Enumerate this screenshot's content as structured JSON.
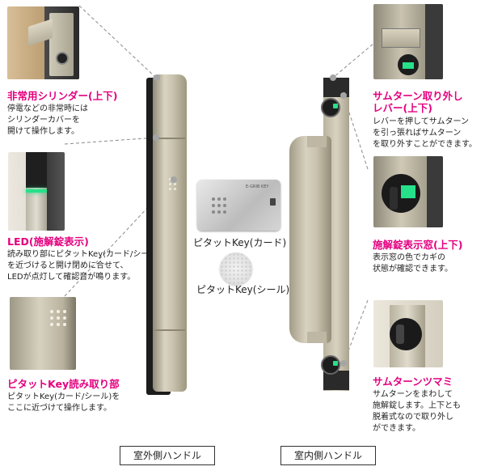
{
  "left_features": [
    {
      "title": "非常用シリンダー(上下)",
      "desc": "停電などの非常時には\nシリンダーカバーを\n開けて操作します。",
      "icon": "cylinder-closeup-photo"
    },
    {
      "title": "LED(施解錠表示)",
      "desc": "読み取り部にピタットKey(カード/シール)\nを近づけると開け閉めに合せて、\nLEDが点灯して確認音が鳴ります。",
      "icon": "led-closeup-photo"
    },
    {
      "title": "ピタットKey読み取り部",
      "desc": "ピタットKey(カード/シール)を\nここに近づけて操作します。",
      "icon": "reader-closeup-photo"
    }
  ],
  "right_features": [
    {
      "title": "サムターン取り外し\nレバー(上下)",
      "desc": "レバーを押してサムターン\nを引っ張ればサムターン\nを取り外すことができます。",
      "icon": "release-lever-closeup-photo"
    },
    {
      "title": "施解錠表示窓(上下)",
      "desc": "表示窓の色でカギの\n状態が確認できます。",
      "icon": "indicator-window-closeup-photo"
    },
    {
      "title": "サムターンツマミ",
      "desc": "サムターンをまわして\n施解錠します。上下とも\n脱着式なので取り外し\nができます。",
      "icon": "thumbturn-closeup-photo"
    }
  ],
  "center": {
    "card_caption": "ピタットKey(カード)",
    "sticker_caption": "ピタットKey(シール)",
    "card_text": "E-GRIB KEY"
  },
  "bottom_labels": {
    "outdoor": "室外側ハンドル",
    "indoor": "室内側ハンドル"
  },
  "colors": {
    "accent": "#e4007f",
    "handle_metal": "#c8c2ae",
    "led_green": "#27e08a"
  }
}
